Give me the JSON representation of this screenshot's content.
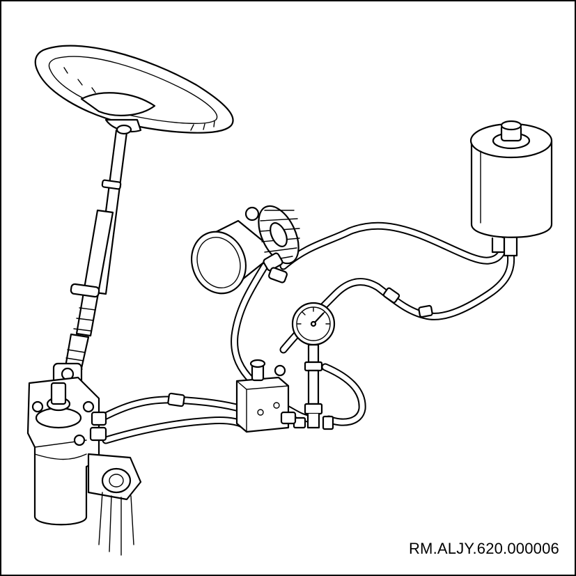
{
  "figure": {
    "reference_code": "RM.ALJY.620.000006"
  },
  "colors": {
    "line": "#000000",
    "background": "#ffffff"
  },
  "components": [
    "steering-wheel",
    "steering-column",
    "steering-unit",
    "hydraulic-pump",
    "oil-reservoir",
    "pressure-gauge",
    "valve-block",
    "hydraulic-hoses"
  ]
}
